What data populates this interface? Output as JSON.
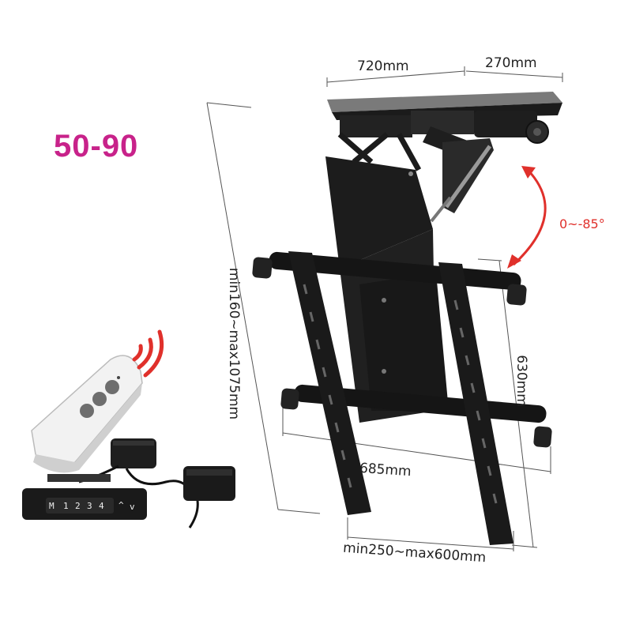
{
  "product": {
    "size_range": "50-90"
  },
  "dimensions": {
    "width_top": "720mm",
    "depth_top": "270mm",
    "height_range": "min160~max1075mm",
    "vertical_bracket": "630mm",
    "horizontal_bracket": "685mm",
    "vesa_range": "min250~max600mm"
  },
  "tilt": {
    "range": "0~-85°",
    "color": "#e0302b"
  },
  "keypad": {
    "buttons": [
      "M",
      "1",
      "2",
      "3",
      "4",
      "^",
      "v"
    ]
  },
  "colors": {
    "accent": "#c8228a",
    "mount": "#1b1b1b",
    "dimension_line": "#555555"
  }
}
